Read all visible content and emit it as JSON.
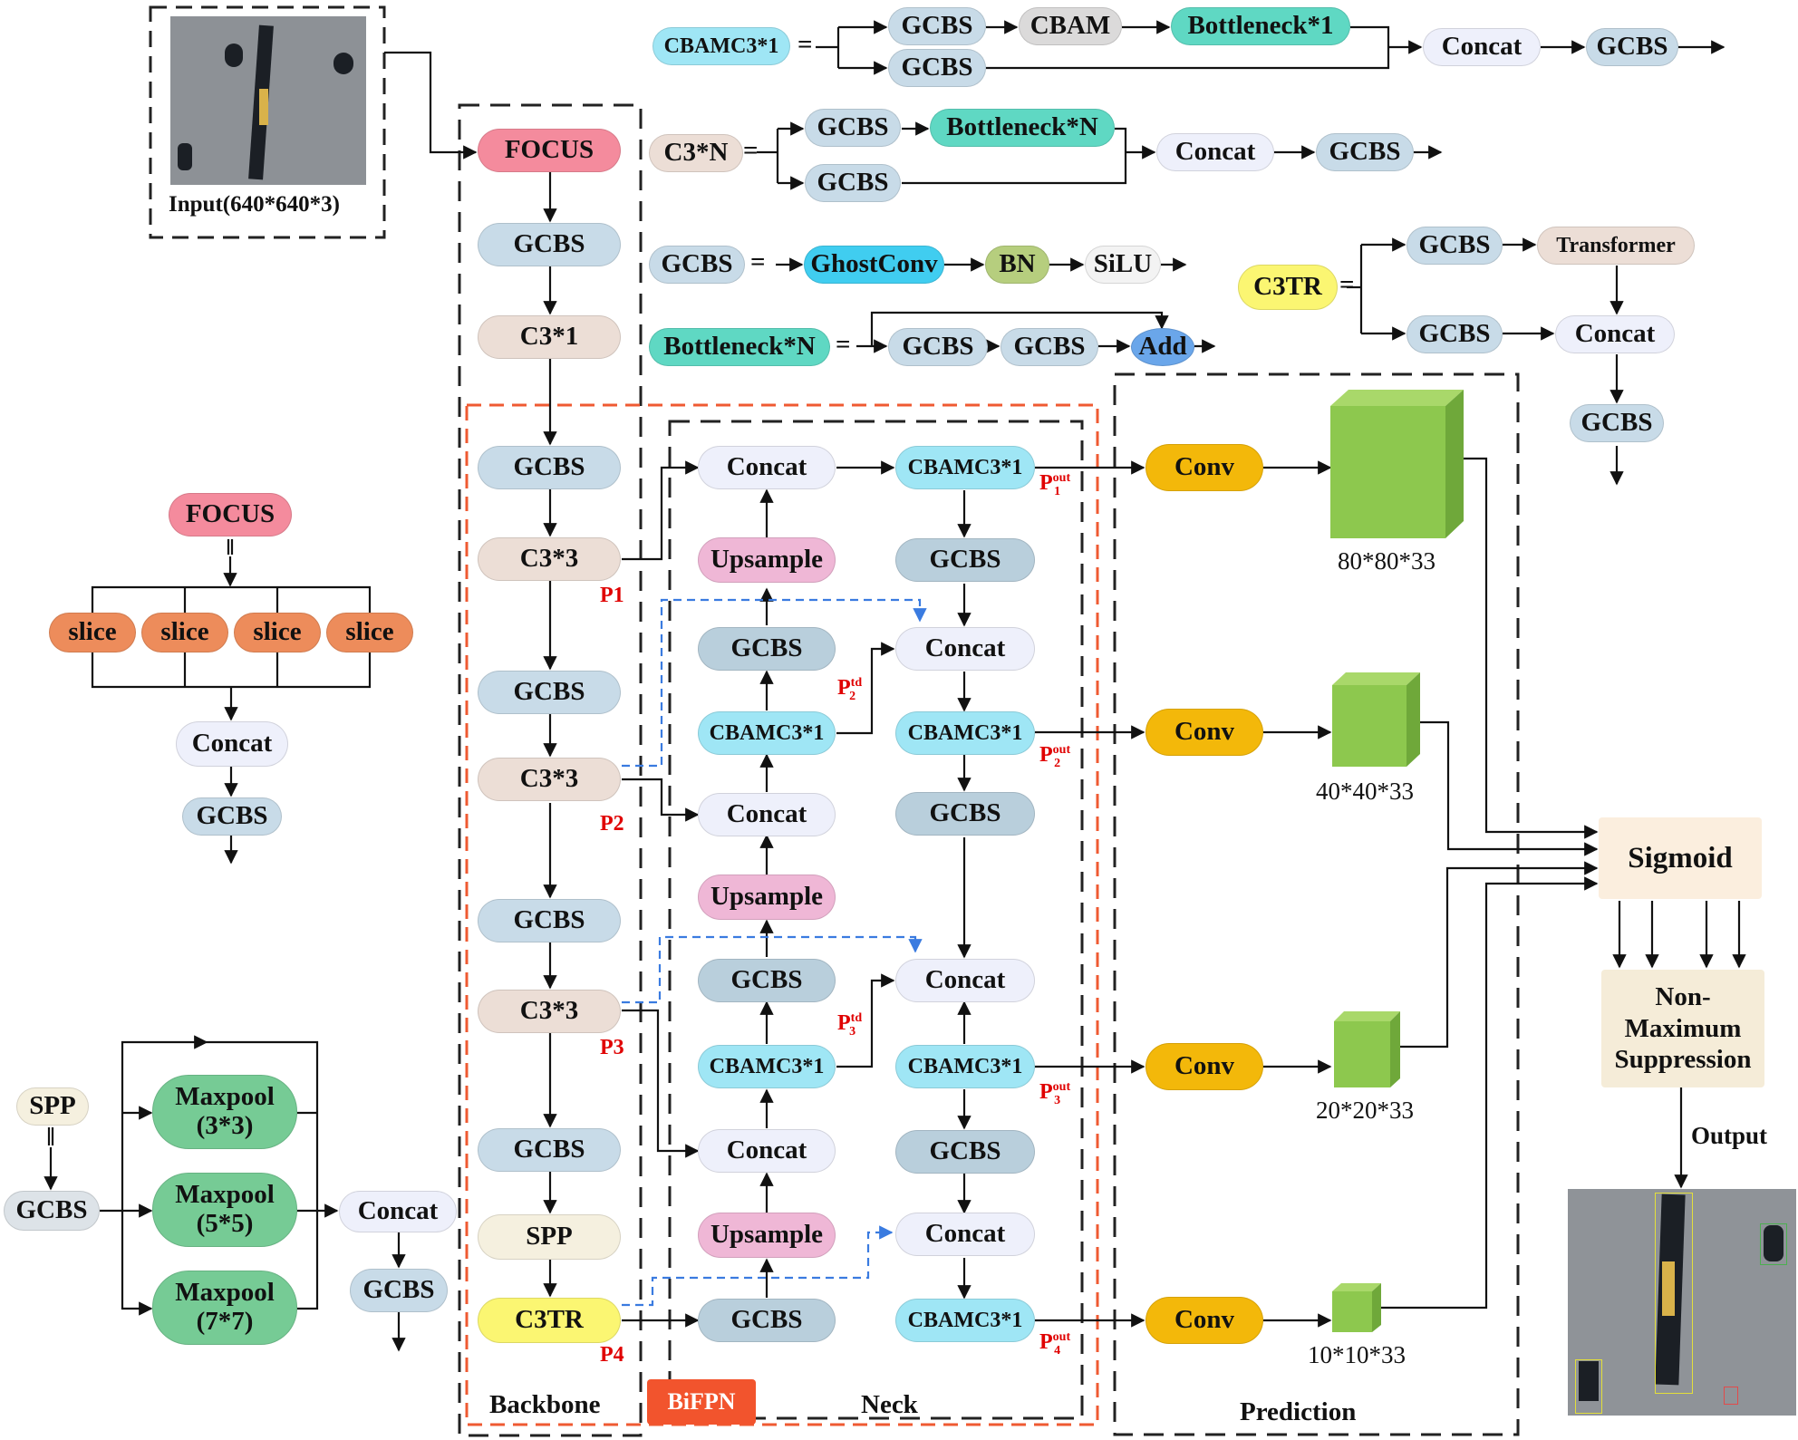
{
  "input": {
    "label": "Input(640*640*3)"
  },
  "output_label": "Output",
  "legend": {
    "cbamc3": {
      "name": "CBAMC3*1",
      "eq": "=",
      "a1": "GCBS",
      "a2": "CBAM",
      "a3": "Bottleneck*1",
      "b1": "GCBS",
      "concat": "Concat",
      "gcbs": "GCBS"
    },
    "c3n": {
      "name": "C3*N",
      "eq": "=",
      "a1": "GCBS",
      "a2": "Bottleneck*N",
      "b1": "GCBS",
      "concat": "Concat",
      "gcbs": "GCBS"
    },
    "gcbs": {
      "name": "GCBS",
      "eq": "=",
      "a1": "GhostConv",
      "a2": "BN",
      "a3": "SiLU"
    },
    "bottleneck": {
      "name": "Bottleneck*N",
      "eq": "=",
      "a1": "GCBS",
      "a2": "GCBS",
      "a3": "Add"
    },
    "c3tr": {
      "name": "C3TR",
      "eq": "=",
      "a1": "GCBS",
      "a2": "Transformer",
      "b1": "GCBS",
      "concat": "Concat",
      "gcbs": "GCBS"
    }
  },
  "focus_detail": {
    "name": "FOCUS",
    "eq": "||",
    "slices": [
      "slice",
      "slice",
      "slice",
      "slice"
    ],
    "concat": "Concat",
    "gcbs": "GCBS"
  },
  "spp_detail": {
    "name": "SPP",
    "eq": "||",
    "gcbs": "GCBS",
    "pools": [
      "Maxpool\n(3*3)",
      "Maxpool\n(5*5)",
      "Maxpool\n(7*7)"
    ],
    "concat": "Concat",
    "gcbs2": "GCBS"
  },
  "backbone": {
    "label": "Backbone",
    "nodes": [
      "FOCUS",
      "GCBS",
      "C3*1",
      "GCBS",
      "C3*3",
      "GCBS",
      "C3*3",
      "GCBS",
      "C3*3",
      "GCBS",
      "SPP",
      "C3TR"
    ],
    "p_labels": [
      "P1",
      "P2",
      "P3",
      "P4"
    ]
  },
  "bifpn": {
    "label": "BiFPN"
  },
  "neck": {
    "label": "Neck",
    "left": [
      "Concat",
      "Upsample",
      "GCBS",
      "CBAMC3*1",
      "Concat",
      "Upsample",
      "GCBS",
      "CBAMC3*1",
      "Concat",
      "Upsample",
      "GCBS"
    ],
    "right": [
      "CBAMC3*1",
      "GCBS",
      "Concat",
      "CBAMC3*1",
      "GCBS",
      "Concat",
      "CBAMC3*1",
      "GCBS",
      "Concat",
      "CBAMC3*1"
    ],
    "p_out": [
      {
        "p": "P",
        "sup": "out",
        "sub": "1"
      },
      {
        "p": "P",
        "sup": "out",
        "sub": "2"
      },
      {
        "p": "P",
        "sup": "out",
        "sub": "3"
      },
      {
        "p": "P",
        "sup": "out",
        "sub": "4"
      }
    ],
    "p_td": [
      {
        "p": "P",
        "sup": "td",
        "sub": "2"
      },
      {
        "p": "P",
        "sup": "td",
        "sub": "3"
      }
    ]
  },
  "prediction": {
    "label": "Prediction",
    "convs": [
      "Conv",
      "Conv",
      "Conv",
      "Conv"
    ],
    "sizes": [
      "80*80*33",
      "40*40*33",
      "20*20*33",
      "10*10*33"
    ],
    "sigmoid": "Sigmoid",
    "nms": "Non-\nMaximum\nSuppression"
  },
  "colors": {
    "focus": "#f48b9d",
    "gcbs": "#c8dbe8",
    "c3": "#ecded6",
    "cbam": "#9fe6f5",
    "concat": "#eef0fb",
    "upsample": "#efb7d6",
    "conv": "#f3b80a",
    "spp": "#f5f0df",
    "c3tr": "#fbf672",
    "slice": "#ed8c5b",
    "maxpool": "#76cb95",
    "bottleneck": "#5fd8c3",
    "ghostconv": "#40cdf0",
    "bn": "#b6ce7e",
    "add": "#6aa6ea",
    "sigmoid": "#fbeede",
    "cube": "#8dc84e",
    "bifpn": "#f2542d"
  }
}
